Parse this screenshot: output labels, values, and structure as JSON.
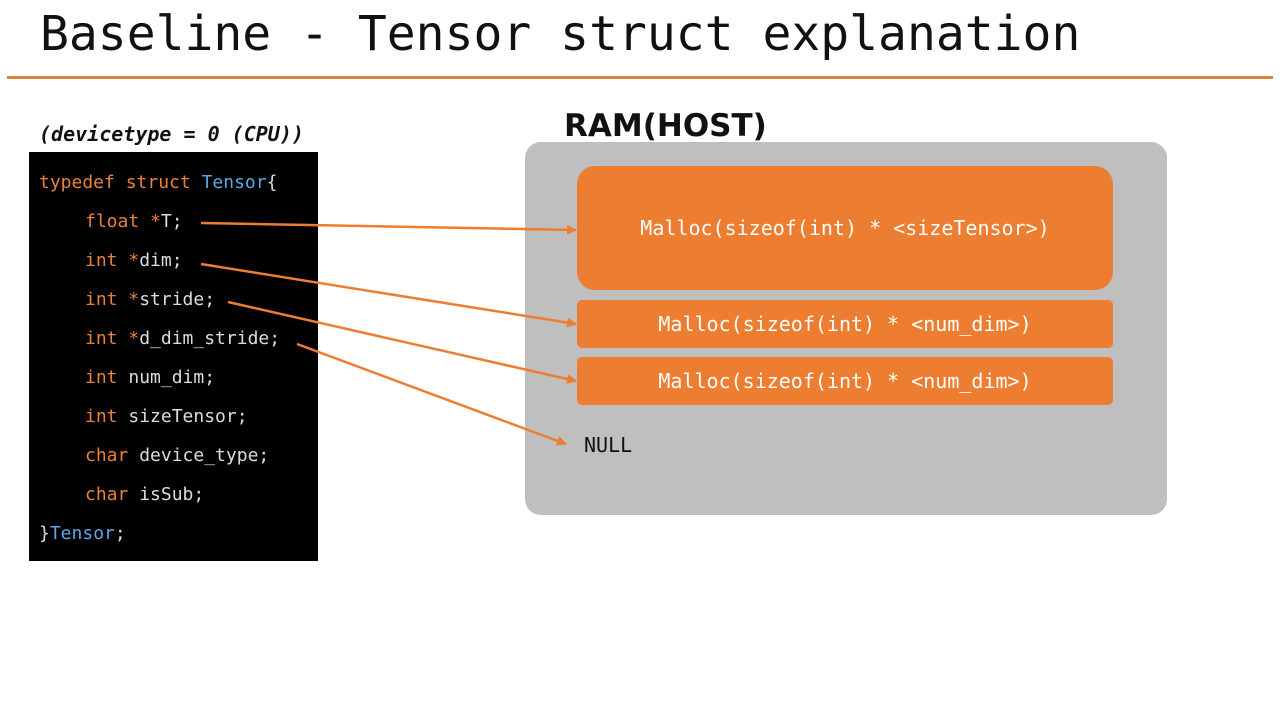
{
  "slide": {
    "title": "Baseline - Tensor struct explanation",
    "device_note": "(devicetype = 0 (CPU))"
  },
  "code": {
    "open": {
      "kw": "typedef struct",
      "type": "Tensor",
      "brace": "{"
    },
    "fields": [
      {
        "type": "float",
        "ptr": " *",
        "name": "T;"
      },
      {
        "type": "int",
        "ptr": " *",
        "name": "dim;"
      },
      {
        "type": "int",
        "ptr": " *",
        "name": "stride;"
      },
      {
        "type": "int",
        "ptr": " *",
        "name": "d_dim_stride;"
      },
      {
        "type": "int",
        "ptr": "",
        "name": " num_dim;"
      },
      {
        "type": "int",
        "ptr": "",
        "name": " sizeTensor;"
      },
      {
        "type": "char",
        "ptr": "",
        "name": " device_type;"
      },
      {
        "type": "char",
        "ptr": "",
        "name": " isSub;"
      }
    ],
    "close": {
      "brace": "}",
      "type": "Tensor",
      "semi": ";"
    }
  },
  "ram": {
    "title": "RAM(HOST)",
    "blocks": [
      {
        "label": "Malloc(sizeof(int) * <sizeTensor>)"
      },
      {
        "label": "Malloc(sizeof(int) * <num_dim>)"
      },
      {
        "label": "Malloc(sizeof(int) * <num_dim>)"
      }
    ],
    "null_label": "NULL"
  },
  "colors": {
    "accent": "#ed7d31",
    "code_bg": "#000000",
    "keyword": "#e8823a",
    "type_name": "#5aa8e8",
    "ram_bg": "#bfbfbf"
  }
}
